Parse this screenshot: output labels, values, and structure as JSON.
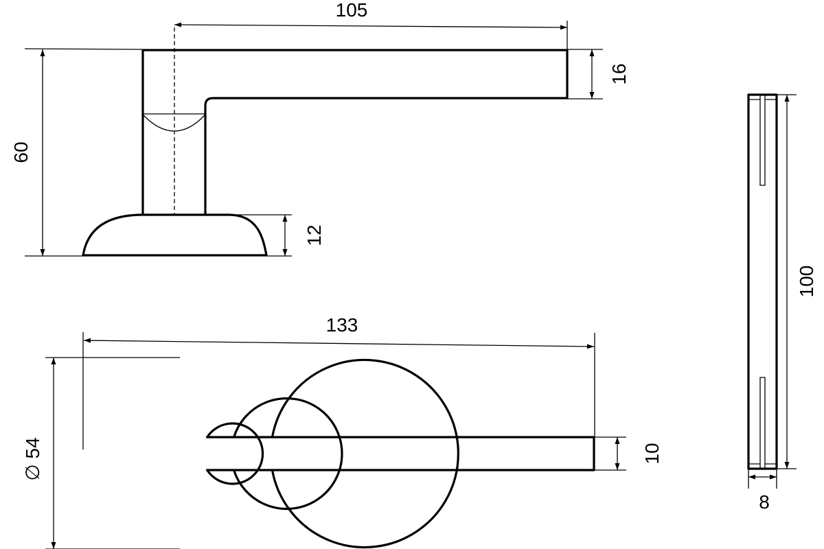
{
  "dimensions": {
    "lever_length": "105",
    "lever_thickness": "16",
    "total_height": "60",
    "rose_height": "12",
    "total_length": "133",
    "rose_diameter": "∅ 54",
    "lever_width": "10",
    "spindle_length": "100",
    "spindle_size": "8"
  },
  "colors": {
    "line": "#000000",
    "background": "#ffffff"
  }
}
